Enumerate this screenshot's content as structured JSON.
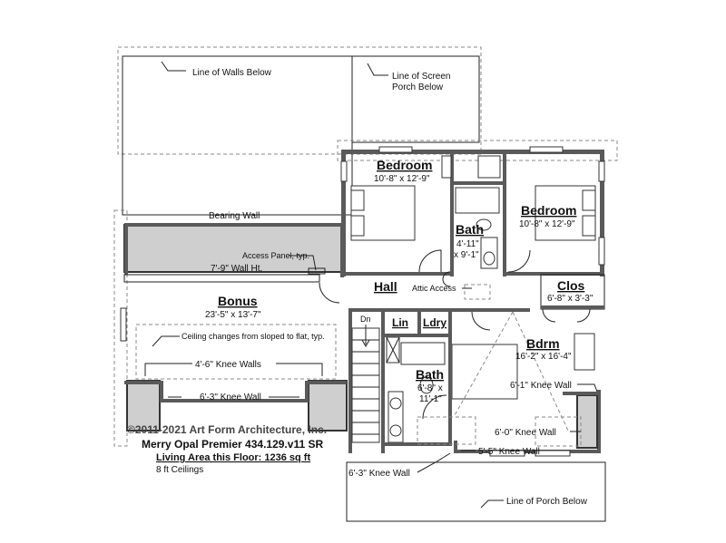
{
  "labels": {
    "walls_below": "Line of Walls Below",
    "screen_porch_line1": "Line of Screen",
    "screen_porch_line2": "Porch Below",
    "bearing_wall": "Bearing Wall",
    "access_panel": "Access Panel, typ.",
    "wall_height": "7'-9\" Wall Ht.",
    "ceiling_change": "Ceiling changes from sloped to flat, typ.",
    "knee_walls_446": "4'-6\" Knee Walls",
    "knee_wall_63_bonus": "6'-3\" Knee Wall",
    "knee_wall_61": "6'-1\" Knee Wall",
    "knee_wall_60": "6'-0\" Knee Wall",
    "knee_wall_55": "5'-5\" Knee Wall",
    "knee_wall_63_bottom": "6'-3\" Knee Wall",
    "porch_below": "Line of Porch Below",
    "attic_access": "Attic Access",
    "hall": "Hall",
    "dn": "Dn",
    "lin": "Lin",
    "ldry": "Ldry"
  },
  "rooms": {
    "bedroom1": {
      "name": "Bedroom",
      "dims": "10'-8\" x 12'-9\""
    },
    "bedroom2": {
      "name": "Bedroom",
      "dims": "10'-8\" x 12'-9\""
    },
    "bath1": {
      "name": "Bath",
      "dims_line1": "4'-11\"",
      "dims_line2": "x 9'-1\""
    },
    "bonus": {
      "name": "Bonus",
      "dims": "23'-5\" x 13'-7\""
    },
    "clos": {
      "name": "Clos",
      "dims": "6'-8\" x 3'-3\""
    },
    "bdrm": {
      "name": "Bdrm",
      "dims": "16'-2\" x 16'-4\""
    },
    "bath2": {
      "name": "Bath",
      "dims_line1": "6'-8\" x",
      "dims_line2": "11'-1\""
    }
  },
  "titleblock": {
    "copyright": "©2011-2021 Art Form Architecture, Inc.",
    "plan_name": "Merry Opal Premier 434.129.v11 SR",
    "living_area": "Living Area this Floor: 1236 sq ft",
    "ceilings": "8 ft Ceilings"
  }
}
